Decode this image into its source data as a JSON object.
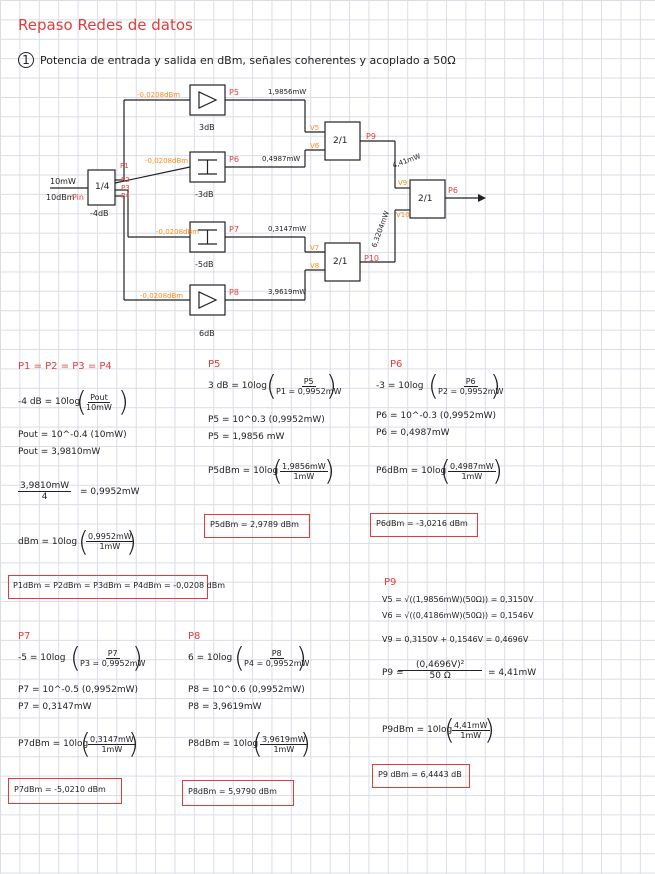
{
  "title": "Repaso Redes de datos",
  "item_number": "1",
  "statement": "Potencia de entrada y salida en dBm, señales coherentes y acoplado a 50Ω",
  "diagram": {
    "input_power_mw": "10mW",
    "input_power_dbm": "10dBm",
    "pin": "Pin",
    "splitter_label": "1/4",
    "splitter_loss": "-4dB",
    "branch_labels": [
      "P1",
      "P2",
      "P3",
      "P4"
    ],
    "branch_dbm": [
      "-0,0208dBm",
      "-0,0208dBm",
      "-0,0208dBm",
      "-0,0208dBm"
    ],
    "blocks": [
      {
        "gain": "3dB",
        "out": "P5",
        "value": "1,9856mW"
      },
      {
        "gain": "-3dB",
        "out": "P6",
        "value": "0,4987mW"
      },
      {
        "gain": "-5dB",
        "out": "P7",
        "value": "0,3147mW"
      },
      {
        "gain": "6dB",
        "out": "P8",
        "value": "3,9619mW"
      }
    ],
    "volt_labels": [
      "V5",
      "V6",
      "V7",
      "V8",
      "V9",
      "V10"
    ],
    "combiner_label": "2/1",
    "p9": "P9",
    "p10": "P10",
    "p9_value": "4,41mW",
    "p10_value": "6,3204mW",
    "output": "P6"
  },
  "sections": {
    "p1": {
      "heading": "P1 = P2 = P3 = P4",
      "eq1_lhs": "-4 dB = 10log",
      "eq1_num": "Pout",
      "eq1_den": "10mW",
      "eq2": "Pout = 10^-0.4 (10mW)",
      "eq3": "Pout = 3,9810mW",
      "eq4_num": "3,9810mW",
      "eq4_den": "4",
      "eq4_rhs": "= 0,9952mW",
      "eq5_lhs": "dBm = 10log",
      "eq5_num": "0,9952mW",
      "eq5_den": "1mW",
      "result": "P1dBm = P2dBm = P3dBm = P4dBm = -0,0208 dBm"
    },
    "p5": {
      "heading": "P5",
      "eq1_lhs": "3 dB = 10log",
      "eq1_num": "P5",
      "eq1_den": "P1 = 0,9952mW",
      "eq2": "P5 = 10^0.3 (0,9952mW)",
      "eq3": "P5 = 1,9856 mW",
      "eq4_lhs": "P5dBm = 10log",
      "eq4_num": "1,9856mW",
      "eq4_den": "1mW",
      "result": "P5dBm = 2,9789 dBm"
    },
    "p6": {
      "heading": "P6",
      "eq1_lhs": "-3 = 10log",
      "eq1_num": "P6",
      "eq1_den": "P2 = 0,9952mW",
      "eq2": "P6 = 10^-0.3 (0,9952mW)",
      "eq3": "P6 = 0,4987mW",
      "eq4_lhs": "P6dBm = 10log",
      "eq4_num": "0,4987mW",
      "eq4_den": "1mW",
      "result": "P6dBm = -3,0216 dBm"
    },
    "p9": {
      "heading": "P9",
      "eq1": "V5 = √((1,9856mW)(50Ω))  =  0,3150V",
      "eq2": "V6 = √((0,4186mW)(50Ω))  =  0,1546V",
      "eq3": "V9 = 0,3150V + 0,1546V = 0,4696V",
      "eq4_lhs": "P9 =",
      "eq4_num": "(0,4696V)²",
      "eq4_den": "50 Ω",
      "eq4_rhs": "= 4,41mW",
      "eq5_lhs": "P9dBm = 10log",
      "eq5_num": "4,41mW",
      "eq5_den": "1mW",
      "result": "P9 dBm = 6,4443 dB"
    },
    "p7": {
      "heading": "P7",
      "eq1_lhs": "-5 = 10log",
      "eq1_num": "P7",
      "eq1_den": "P3 = 0,9952mW",
      "eq2": "P7 = 10^-0.5 (0,9952mW)",
      "eq3": "P7 = 0,3147mW",
      "eq4_lhs": "P7dBm = 10log",
      "eq4_num": "0,3147mW",
      "eq4_den": "1mW",
      "result": "P7dBm = -5,0210 dBm"
    },
    "p8": {
      "heading": "P8",
      "eq1_lhs": "6 = 10log",
      "eq1_num": "P8",
      "eq1_den": "P4 = 0,9952mW",
      "eq2": "P8 = 10^0.6 (0,9952mW)",
      "eq3": "P8 = 3,9619mW",
      "eq4_lhs": "P8dBm = 10log",
      "eq4_num": "3,9619mW",
      "eq4_den": "1mW",
      "result": "P8dBm = 5,9790 dBm"
    }
  }
}
